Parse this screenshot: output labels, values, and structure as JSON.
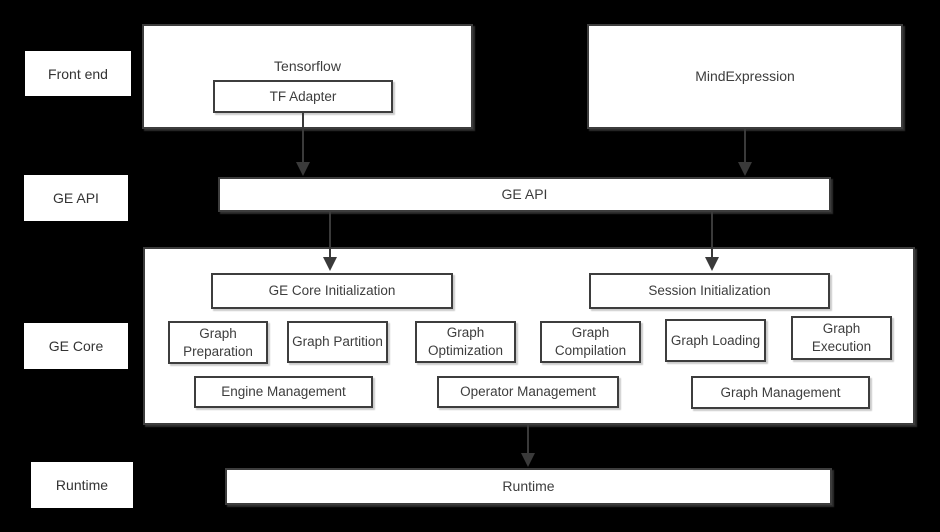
{
  "colors": {
    "background": "#000000",
    "box_fill": "#ffffff",
    "box_border": "#3d3d3d",
    "text": "#3d3d3d",
    "arrow": "#3a3a3a"
  },
  "row_labels": {
    "front_end": "Front end",
    "ge_api": "GE API",
    "ge_core": "GE Core",
    "runtime": "Runtime"
  },
  "front_end": {
    "tensorflow_title": "Tensorflow",
    "tf_adapter": "TF Adapter",
    "mind_expression": "MindExpression"
  },
  "ge_api": {
    "label": "GE API"
  },
  "ge_core": {
    "ge_core_initialization": "GE Core Initialization",
    "session_initialization": "Session Initialization",
    "modules": [
      "Graph Preparation",
      "Graph Partition",
      "Graph Optimization",
      "Graph Compilation",
      "Graph Loading",
      "Graph Execution"
    ],
    "management": [
      "Engine Management",
      "Operator Management",
      "Graph Management"
    ]
  },
  "runtime": {
    "label": "Runtime"
  }
}
